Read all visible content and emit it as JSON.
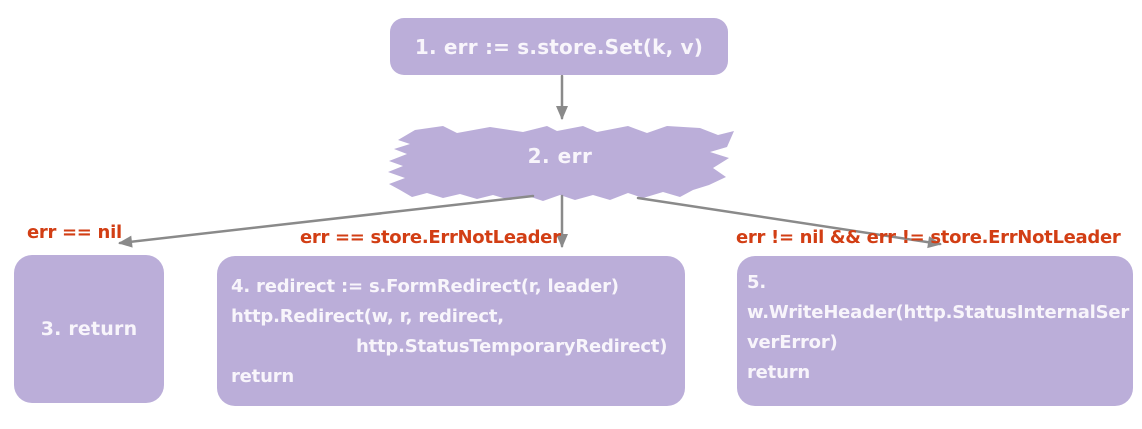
{
  "colors": {
    "node_fill": "#bbaed9",
    "node_text": "#f8f5fb",
    "condition_color": "#d23e14",
    "arrow_color": "#8a8a8a",
    "bg": "#ffffff"
  },
  "flowchart": {
    "nodes": {
      "step1": {
        "label": "1. err := s.store.Set(k, v)"
      },
      "step2": {
        "label": "2. err"
      },
      "step3": {
        "label": "3. return"
      },
      "step4": {
        "lines": [
          "4. redirect := s.FormRedirect(r, leader)",
          "http.Redirect(w, r, redirect,",
          "http.StatusTemporaryRedirect)",
          "return"
        ]
      },
      "step5": {
        "lines": [
          "5.",
          "w.WriteHeader(http.StatusInternalSer",
          "verError)",
          "return"
        ]
      }
    },
    "conditions": {
      "left": "err == nil",
      "middle": "err == store.ErrNotLeader",
      "right": "err != nil && err != store.ErrNotLeader"
    }
  }
}
